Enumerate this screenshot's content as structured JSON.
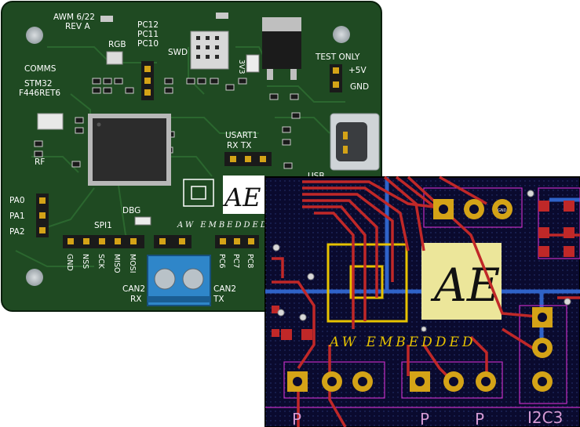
{
  "board_render": {
    "title_line1": "AWM 6/22",
    "title_line2": "REV A",
    "rgb": "RGB",
    "pc_pins": [
      "PC12",
      "PC11",
      "PC10"
    ],
    "swd": "SWD",
    "v33": "3V3",
    "test_only": "TEST ONLY",
    "plus5v": "+5V",
    "gnd": "GND",
    "comms": "COMMS",
    "stm32": "STM32",
    "part": "F446RET6",
    "rf": "RF",
    "usart": "USART1",
    "rx_tx": "RX TX",
    "usb": "USB",
    "pa_pins": [
      "PA0",
      "PA1",
      "PA2"
    ],
    "spi": "SPI1",
    "dbg": "DBG",
    "spi_pins": [
      "GND",
      "NSS",
      "SCK",
      "MISO",
      "MOSI"
    ],
    "pc_low_pins": [
      "PC6",
      "PC7",
      "PC8"
    ],
    "can_rx": [
      "CAN2",
      "RX"
    ],
    "can_tx": [
      "CAN2",
      "TX"
    ],
    "logo": "AE",
    "brand": "AW EMBEDDED"
  },
  "layout_view": {
    "logo": "AE",
    "brand": "AW EMBEDDED",
    "i2c": "I2C3",
    "pad_label": "GND",
    "partial_labels": [
      "P",
      "P",
      "P"
    ]
  },
  "colors": {
    "board": "#1f4a22",
    "silkscreen": "#ffffff",
    "layout_bg": "#0a0a2e",
    "copper": "#c02828",
    "pad": "#d4a317"
  }
}
